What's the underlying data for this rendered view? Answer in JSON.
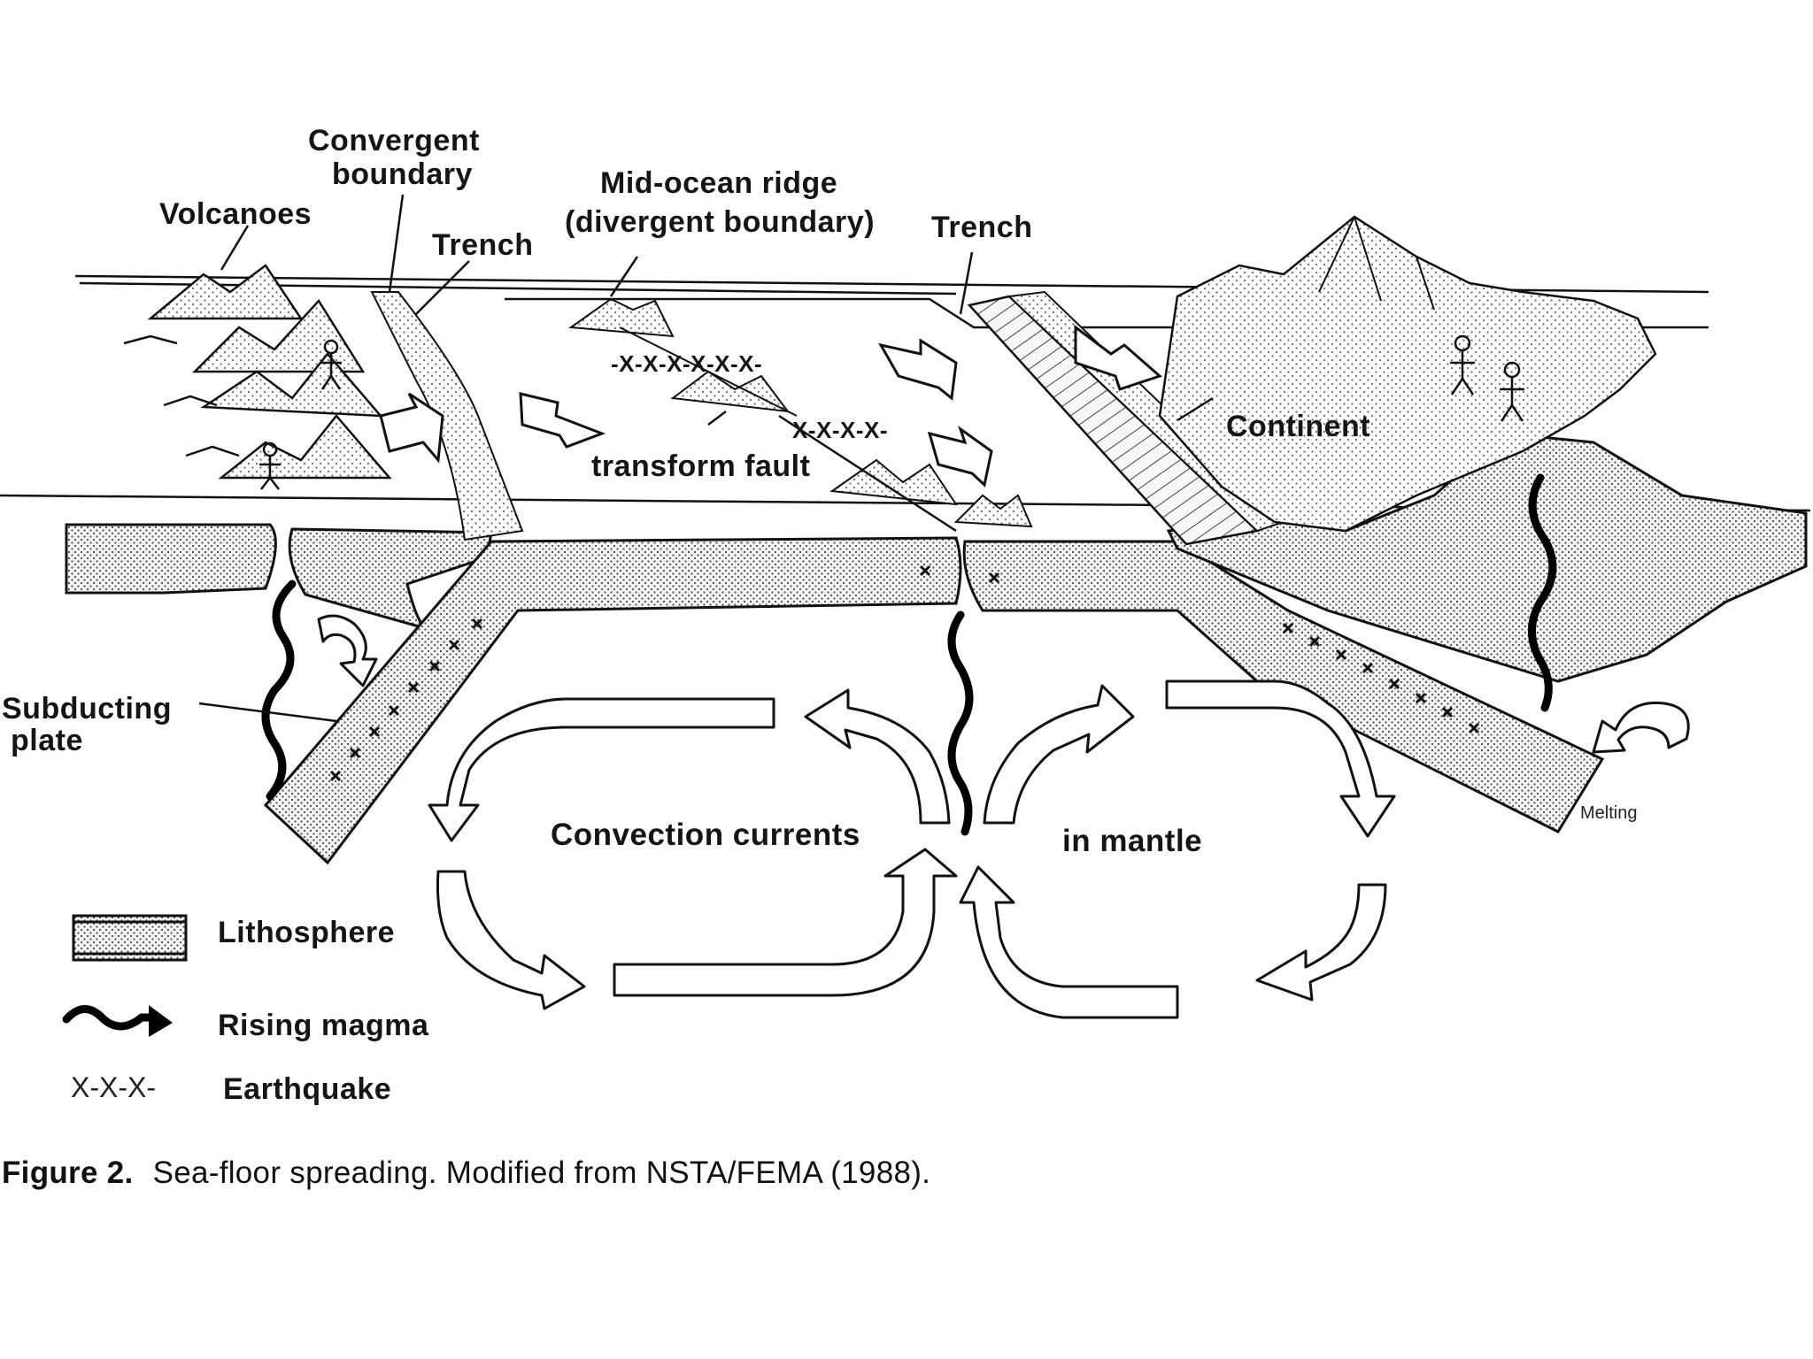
{
  "labels": {
    "convergent_boundary": [
      "Convergent",
      "boundary"
    ],
    "volcanoes": "Volcanoes",
    "trench_left": "Trench",
    "mid_ocean_ridge": [
      "Mid-ocean ridge",
      "(divergent boundary)"
    ],
    "trench_right": "Trench",
    "transform_fault": "transform fault",
    "continent": "Continent",
    "subducting_plate": [
      "Subducting",
      "plate"
    ],
    "convection_currents": "Convection currents",
    "in_mantle": "in mantle",
    "melting": "Melting",
    "eq_marks_1": "-X-X-X-X-X-X-",
    "eq_marks_2": "X-X-X-X-"
  },
  "legend": {
    "lithosphere": "Lithosphere",
    "rising_magma": "Rising magma",
    "earthquake_symbol": "X-X-X-",
    "earthquake": "Earthquake"
  },
  "caption": {
    "figure": "Figure 2.",
    "text": "Sea-floor spreading. Modified from NSTA/FEMA (1988)."
  }
}
